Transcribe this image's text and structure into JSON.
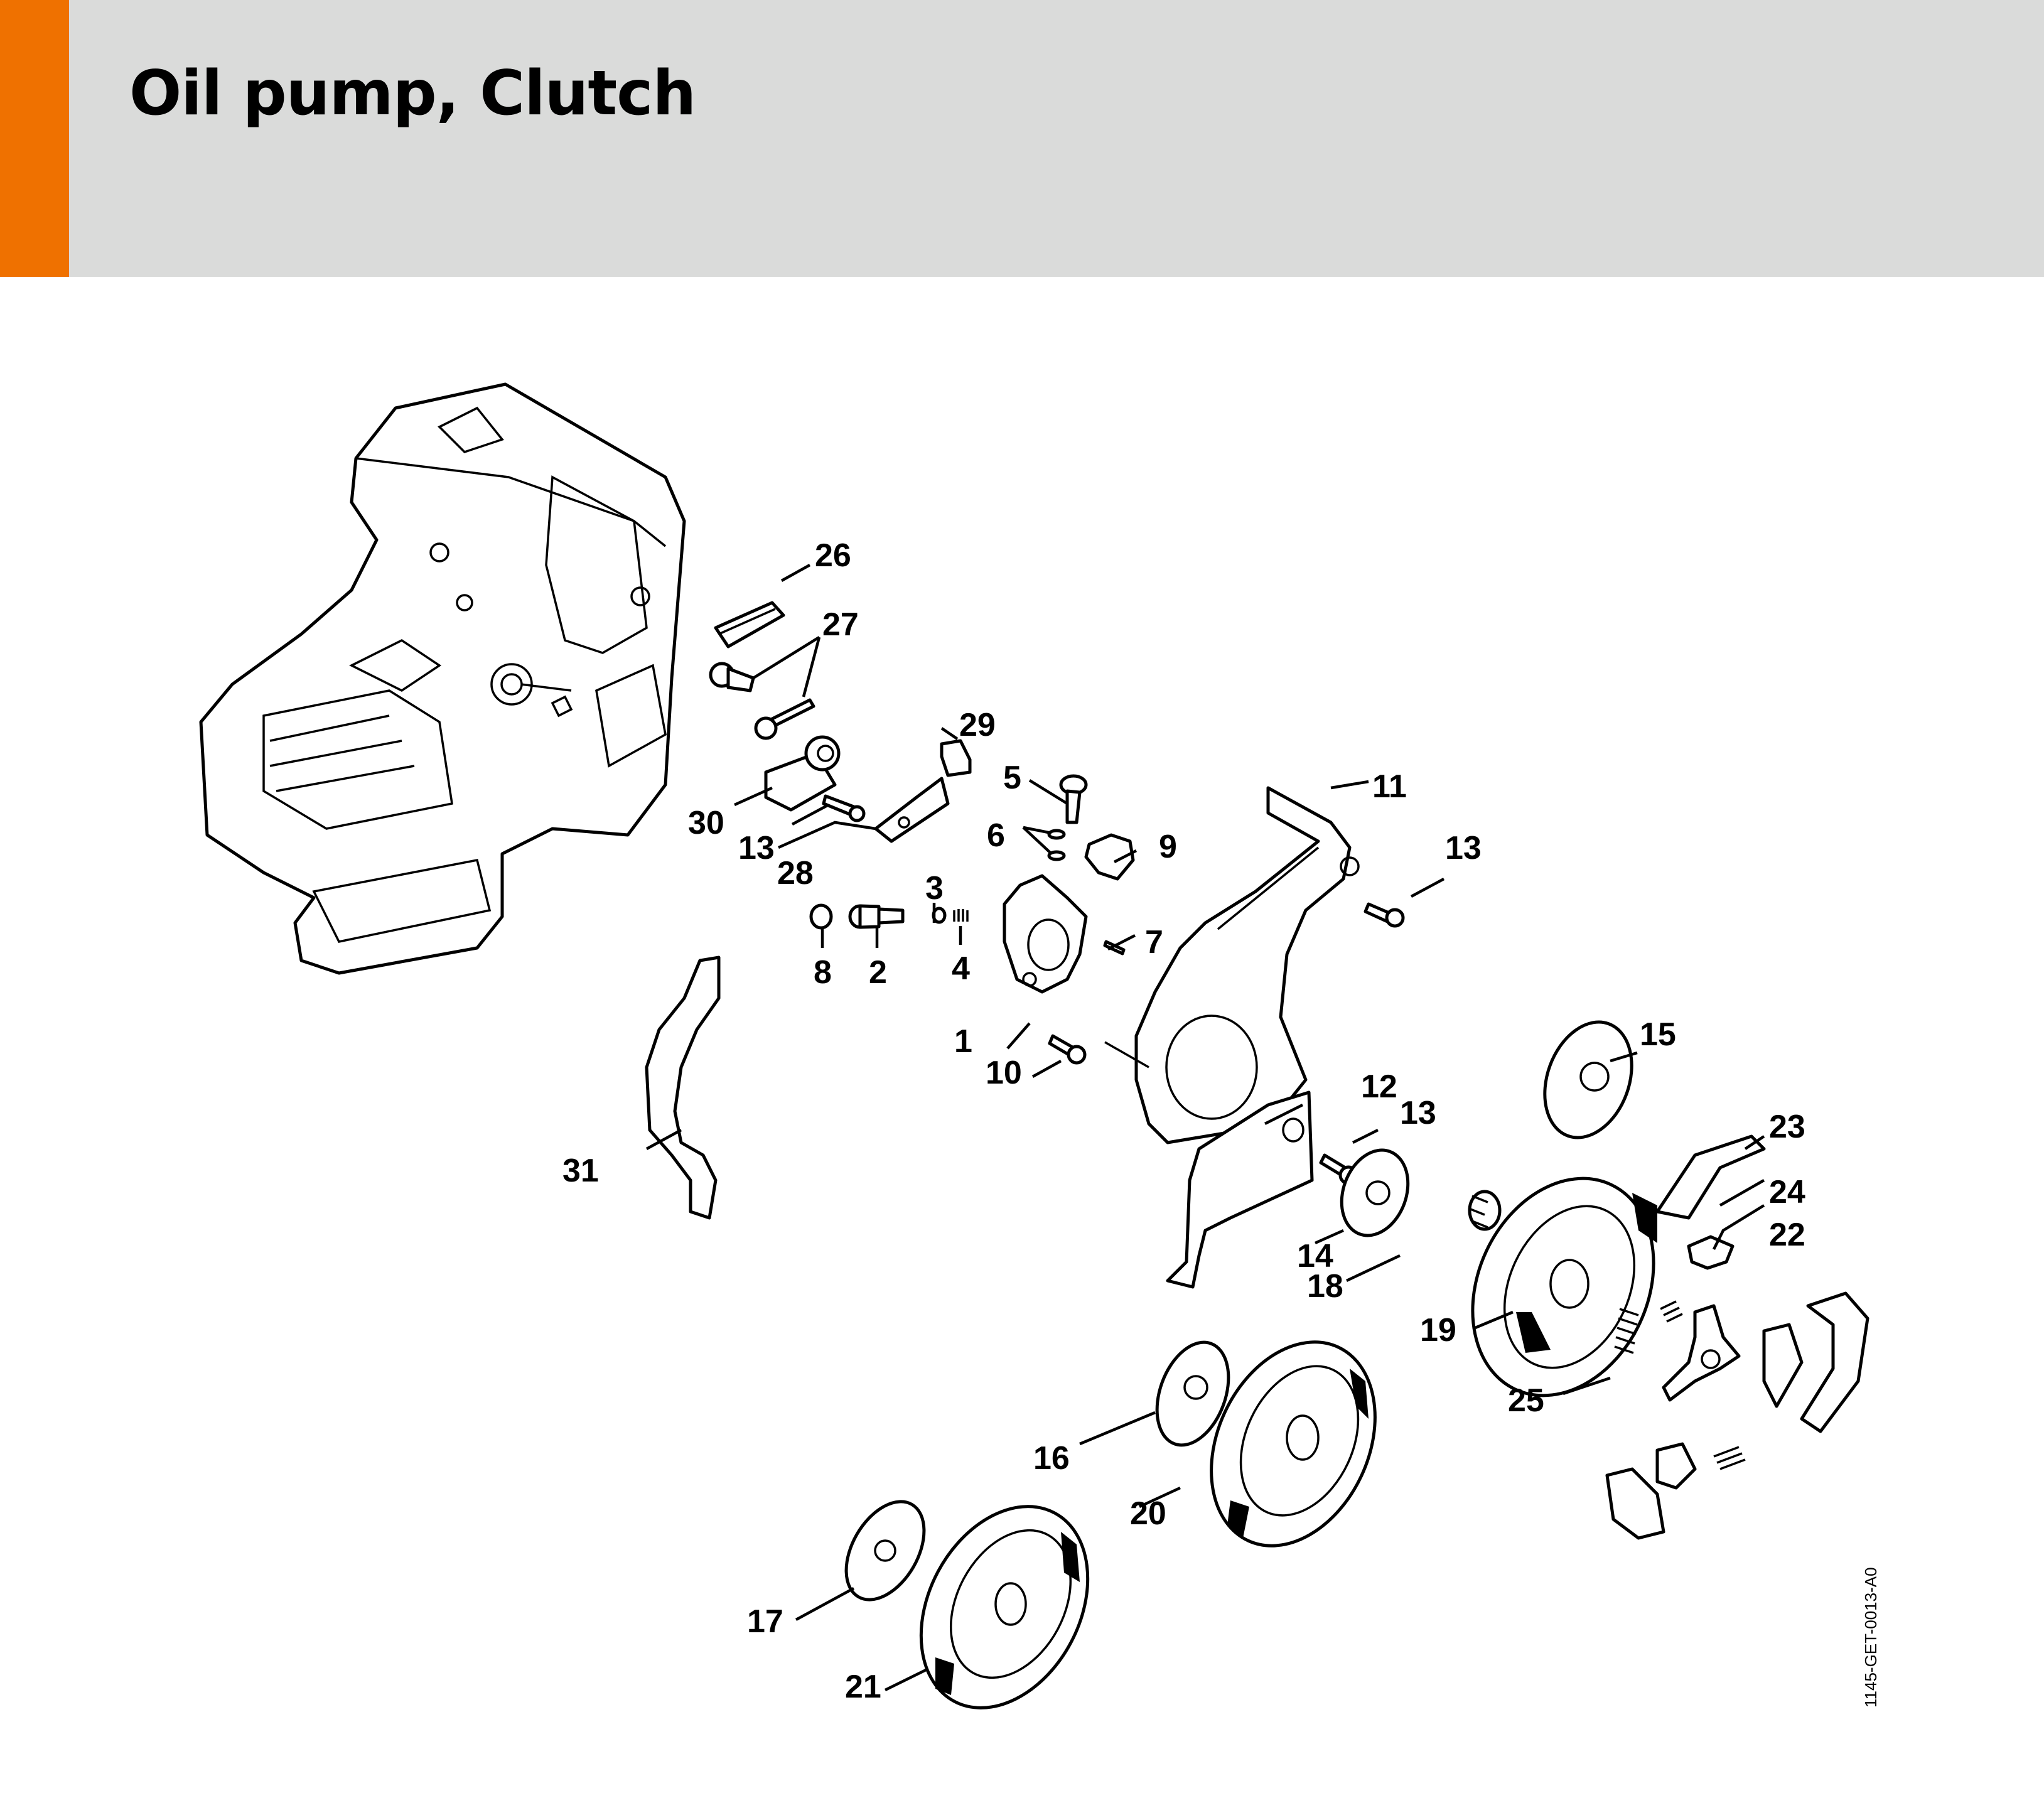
{
  "header": {
    "title": "Oil pump, Clutch",
    "accent_color": "#ef7100",
    "band_color": "#dadbda"
  },
  "diagram": {
    "document_code": "1145-GET-0013-A0",
    "callouts": [
      {
        "id": "c1",
        "label": "1",
        "part": "oil-pump-body"
      },
      {
        "id": "c2",
        "label": "2",
        "part": "pump-piston"
      },
      {
        "id": "c3",
        "label": "3",
        "part": "washer"
      },
      {
        "id": "c4",
        "label": "4",
        "part": "compression-spring"
      },
      {
        "id": "c5",
        "label": "5",
        "part": "adjusting-screw"
      },
      {
        "id": "c6",
        "label": "6",
        "part": "o-rings"
      },
      {
        "id": "c7",
        "label": "7",
        "part": "pin"
      },
      {
        "id": "c8",
        "label": "8",
        "part": "plug"
      },
      {
        "id": "c9",
        "label": "9",
        "part": "cap"
      },
      {
        "id": "c10",
        "label": "10",
        "part": "pump-screw"
      },
      {
        "id": "c11",
        "label": "11",
        "part": "chain-sprocket-cover"
      },
      {
        "id": "c12",
        "label": "12",
        "part": "chain-guard"
      },
      {
        "id": "c13a",
        "label": "13",
        "part": "screw-tensioner"
      },
      {
        "id": "c13b",
        "label": "13",
        "part": "screw-cover"
      },
      {
        "id": "c13c",
        "label": "13",
        "part": "screw-guard"
      },
      {
        "id": "c14",
        "label": "14",
        "part": "spur-sprocket"
      },
      {
        "id": "c15",
        "label": "15",
        "part": "spur-sprocket-alt"
      },
      {
        "id": "c16",
        "label": "16",
        "part": "rim-sprocket"
      },
      {
        "id": "c17",
        "label": "17",
        "part": "rim-sprocket-alt"
      },
      {
        "id": "c18",
        "label": "18",
        "part": "needle-cage"
      },
      {
        "id": "c19",
        "label": "19",
        "part": "clutch-drum"
      },
      {
        "id": "c20",
        "label": "20",
        "part": "clutch-drum-alt"
      },
      {
        "id": "c21",
        "label": "21",
        "part": "clutch-drum-alt-2"
      },
      {
        "id": "c22",
        "label": "22",
        "part": "carrier"
      },
      {
        "id": "c23",
        "label": "23",
        "part": "clutch-shoe"
      },
      {
        "id": "c24",
        "label": "24",
        "part": "thrust-plate"
      },
      {
        "id": "c25",
        "label": "25",
        "part": "tension-spring"
      },
      {
        "id": "c26",
        "label": "26",
        "part": "buffer"
      },
      {
        "id": "c27",
        "label": "27",
        "part": "tensioner-screw-set"
      },
      {
        "id": "c28",
        "label": "28",
        "part": "tensioner-plate"
      },
      {
        "id": "c29",
        "label": "29",
        "part": "clip"
      },
      {
        "id": "c30",
        "label": "30",
        "part": "chain-catcher"
      },
      {
        "id": "c31",
        "label": "31",
        "part": "brake-lever"
      }
    ]
  }
}
